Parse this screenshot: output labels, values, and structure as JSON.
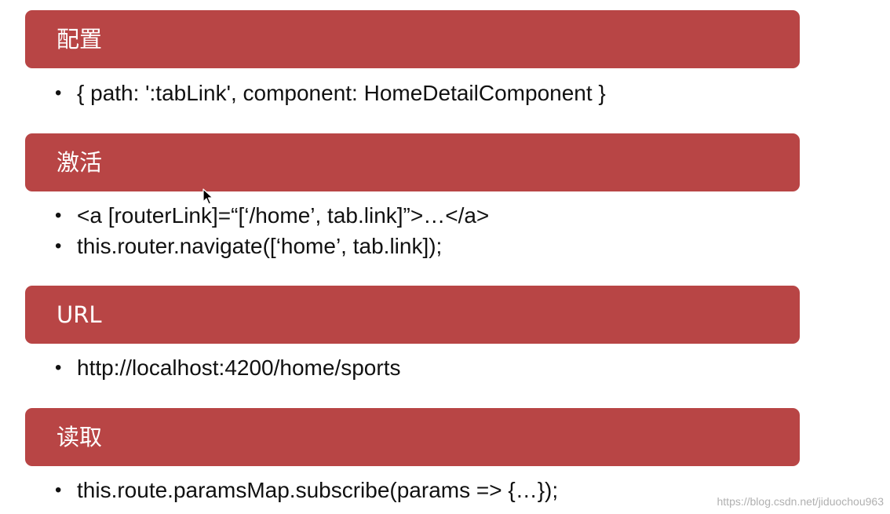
{
  "sections": [
    {
      "title": "配置",
      "items": [
        "{ path: ':tabLink', component: HomeDetailComponent }"
      ]
    },
    {
      "title": "激活",
      "items": [
        "<a [routerLink]=“[‘/home’, tab.link]”>…</a>",
        "this.router.navigate([‘home’, tab.link]);"
      ]
    },
    {
      "title": "URL",
      "items": [
        "http://localhost:4200/home/sports"
      ]
    },
    {
      "title": "读取",
      "items": [
        "this.route.paramsMap.subscribe(params => {…});"
      ]
    }
  ],
  "bullet_char": "•",
  "watermark": "https://blog.csdn.net/jiduochou963",
  "colors": {
    "header_bg": "#b84545",
    "header_text": "#ffffff",
    "body_text": "#111111"
  },
  "icons": {
    "cursor": "mouse-pointer-icon"
  }
}
